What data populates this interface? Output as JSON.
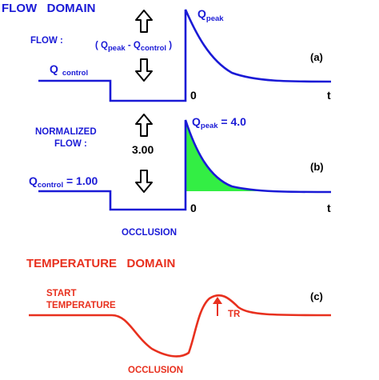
{
  "flow_domain": {
    "title": "FLOW   DOMAIN",
    "flow_label": "FLOW :",
    "diff_open": "( Q",
    "diff_peak_sub": "peak",
    "diff_minus": " - Q",
    "diff_control_sub": "control",
    "diff_close": " )",
    "q_control_main": "Q",
    "q_control_sub": "control",
    "q_peak_main": "Q",
    "q_peak_sub": "peak",
    "panel_label": "(a)",
    "zero": "0",
    "t": "t"
  },
  "normalized": {
    "label_line1": "NORMALIZED",
    "label_line2": "FLOW :",
    "diff_value": "3.00",
    "q_control_main": "Q",
    "q_control_sub": "control",
    "q_control_value": " = 1.00",
    "q_peak_main": "Q",
    "q_peak_sub": "peak",
    "q_peak_value": " = 4.0",
    "panel_label": "(b)",
    "zero": "0",
    "t": "t",
    "occlusion": "OCCLUSION"
  },
  "temperature_domain": {
    "title": "TEMPERATURE   DOMAIN",
    "start_line1": "START",
    "start_line2": "TEMPERATURE",
    "tr": "TR",
    "panel_label": "(c)",
    "occlusion": "OCCLUSION"
  },
  "colors": {
    "flow": "#1a1ad6",
    "temperature": "#e8301e",
    "area_fill": "#33ee44"
  }
}
